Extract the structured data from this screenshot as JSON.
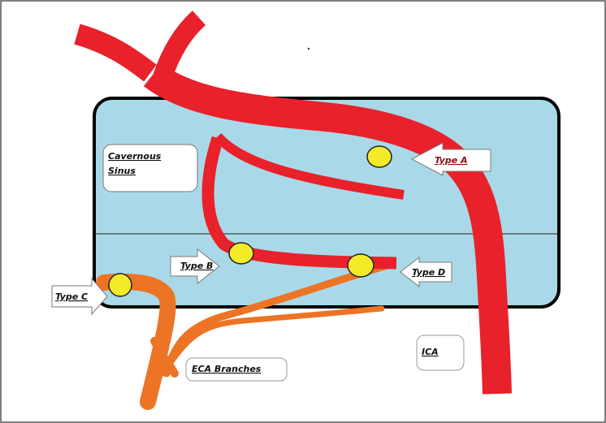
{
  "labels": {
    "cavernous_line1": "Cavernous",
    "cavernous_line2": "Sinus",
    "type_a": "Type A",
    "type_b": "Type B",
    "type_c": "Type C",
    "type_d": "Type D",
    "eca": "ECA Branches",
    "ica": "ICA"
  },
  "colors": {
    "sinus_fill": "#a9d9e8",
    "artery_ica": "#e8212b",
    "artery_eca": "#ec7424",
    "fistula": "#f3ea2a",
    "outline": "#000000"
  }
}
